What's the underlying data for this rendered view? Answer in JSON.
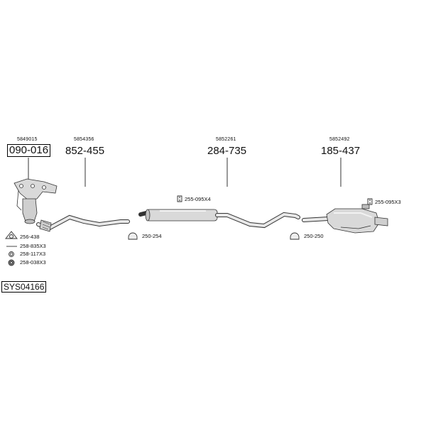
{
  "parts": [
    {
      "oe": "5849015",
      "number": "090-016",
      "boxed": true
    },
    {
      "oe": "5854356",
      "number": "852-455",
      "boxed": false
    },
    {
      "oe": "5852261",
      "number": "284-735",
      "boxed": false
    },
    {
      "oe": "5852492",
      "number": "185-437",
      "boxed": false
    }
  ],
  "accessories": {
    "front_gasket": "256-438",
    "bolt": "258-835X3",
    "spring_washer": "258-117X3",
    "nut": "258-038X3",
    "clamp_mid": "250-254",
    "bracket_mid": "255-095X4",
    "clamp_rear": "250-250",
    "bracket_rear": "255-095X3"
  },
  "system_number": "SYS04166"
}
